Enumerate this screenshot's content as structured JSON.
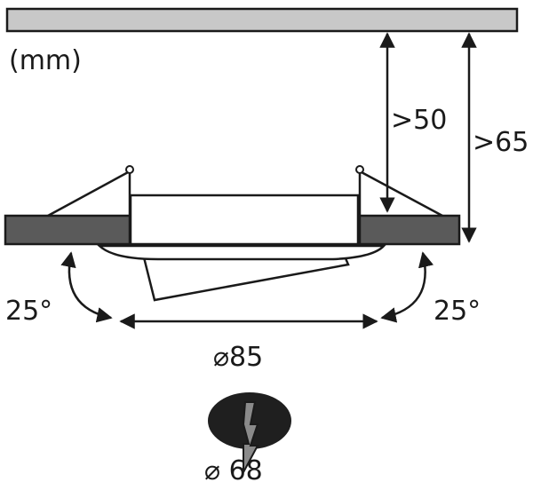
{
  "diagram": {
    "unit_label": "(mm)",
    "min_depth_label": ">50",
    "total_depth_label": ">65",
    "tilt_left_label": "25°",
    "tilt_right_label": "25°",
    "diameter_label": "⌀85",
    "cutout_label": "⌀ 68"
  },
  "colors": {
    "ceiling_fill": "#c8c8c8",
    "board_fill": "#5a5a5a",
    "line": "#1a1a1a",
    "hole_fill": "#1f1f1f",
    "drill_fill": "#8a8a8a"
  }
}
